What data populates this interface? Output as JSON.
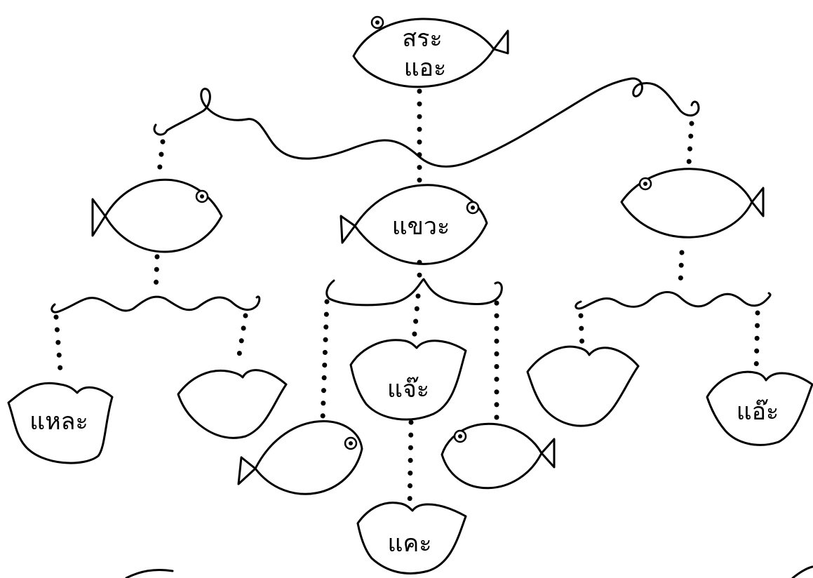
{
  "nodes": {
    "top_fish": {
      "line1": "สระ",
      "line2": "แอะ"
    },
    "left_fish": {
      "label": ""
    },
    "center_fish": {
      "label": "แขวะ"
    },
    "right_fish": {
      "label": ""
    },
    "lips_far_left": {
      "label": "แหละ"
    },
    "lips_left_inner": {
      "label": ""
    },
    "lips_center_top": {
      "label": "แจ๊ะ"
    },
    "lips_bottom": {
      "label": "แคะ"
    },
    "lips_right_inner": {
      "label": ""
    },
    "lips_far_right": {
      "label": "แอ๊ะ"
    },
    "fish_bottom_left": {
      "label": ""
    },
    "fish_bottom_right": {
      "label": ""
    }
  }
}
